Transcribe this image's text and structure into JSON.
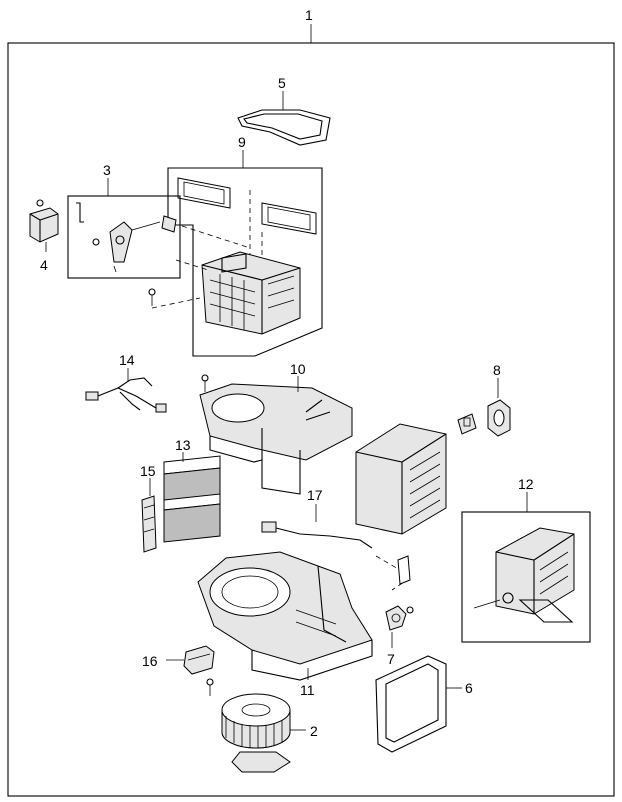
{
  "diagram": {
    "callouts": [
      {
        "id": "c1",
        "text": "1"
      },
      {
        "id": "c2",
        "text": "2"
      },
      {
        "id": "c3",
        "text": "3"
      },
      {
        "id": "c4",
        "text": "4"
      },
      {
        "id": "c5",
        "text": "5"
      },
      {
        "id": "c6",
        "text": "6"
      },
      {
        "id": "c7",
        "text": "7"
      },
      {
        "id": "c8",
        "text": "8"
      },
      {
        "id": "c9",
        "text": "9"
      },
      {
        "id": "c10",
        "text": "10"
      },
      {
        "id": "c11",
        "text": "11"
      },
      {
        "id": "c12",
        "text": "12"
      },
      {
        "id": "c13",
        "text": "13"
      },
      {
        "id": "c14",
        "text": "14"
      },
      {
        "id": "c15",
        "text": "15"
      },
      {
        "id": "c16",
        "text": "16"
      },
      {
        "id": "c17",
        "text": "17"
      }
    ]
  },
  "colors": {
    "line": "#000000",
    "background": "#ffffff",
    "shade": "#bdbdbd"
  }
}
